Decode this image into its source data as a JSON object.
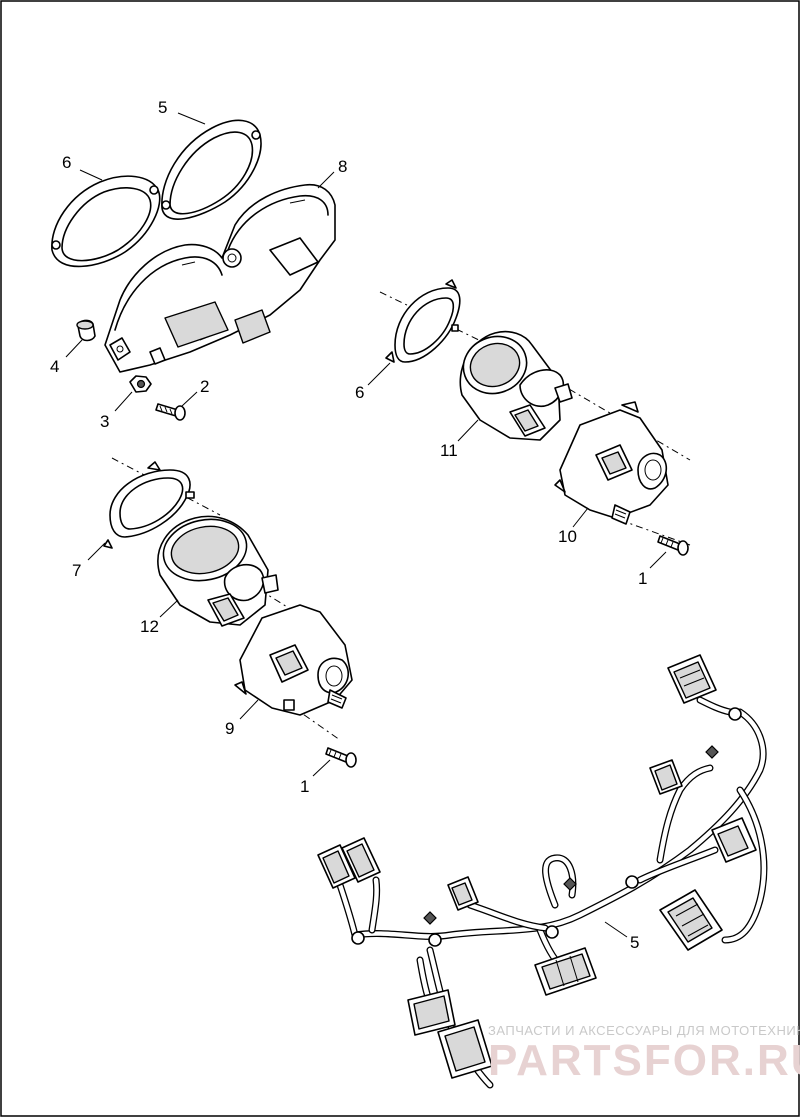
{
  "callouts": [
    {
      "id": "c1a",
      "label": "1"
    },
    {
      "id": "c1b",
      "label": "1"
    },
    {
      "id": "c2",
      "label": "2"
    },
    {
      "id": "c3",
      "label": "3"
    },
    {
      "id": "c4",
      "label": "4"
    },
    {
      "id": "c5a",
      "label": "5"
    },
    {
      "id": "c5b",
      "label": "5"
    },
    {
      "id": "c6a",
      "label": "6"
    },
    {
      "id": "c6b",
      "label": "6"
    },
    {
      "id": "c7",
      "label": "7"
    },
    {
      "id": "c8",
      "label": "8"
    },
    {
      "id": "c9",
      "label": "9"
    },
    {
      "id": "c10",
      "label": "10"
    },
    {
      "id": "c11",
      "label": "11"
    },
    {
      "id": "c12",
      "label": "12"
    }
  ],
  "watermark": {
    "tagline": "ЗАПЧАСТИ И АКСЕССУАРЫ ДЛЯ МОТОТЕХНИКИ",
    "logo": "PARTSFOR.RU"
  }
}
